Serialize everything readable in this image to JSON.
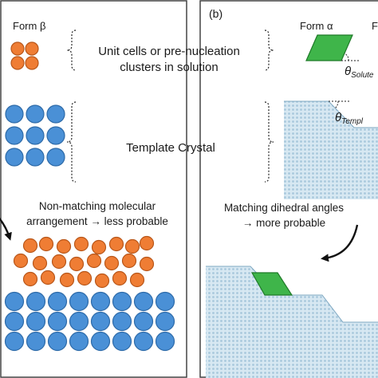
{
  "panels": {
    "left": {
      "form_label": "Form β",
      "caption_clusters_line1": "Unit cells or pre-nucleation",
      "caption_clusters_line2": "clusters in solution",
      "caption_template": "Template Crystal",
      "caption_outcome_line1": "Non-matching molecular",
      "caption_outcome_line2": "arrangement → less probable"
    },
    "right": {
      "panel_tag": "(b)",
      "form_label": "Form α",
      "form_label_partial": "F",
      "theta_solute_symbol": "θ",
      "theta_solute_subscript": "Solute",
      "theta_template_symbol": "θ",
      "theta_template_subscript": "Templ",
      "caption_outcome_line1": "Matching dihedral angles",
      "caption_outcome_line2": "→ more probable"
    }
  },
  "colors": {
    "form_beta_fill": "#ef7d34",
    "form_beta_stroke": "#b85619",
    "template_fill": "#4a90d6",
    "template_stroke": "#2d6aa8",
    "form_alpha_fill": "#3fb54a",
    "form_alpha_stroke": "#1e7a28",
    "template_surface": "#cfe3ee",
    "panel_border": "#444444"
  },
  "icons": {
    "brace": "curly-brace",
    "arrow": "curved-arrow"
  }
}
